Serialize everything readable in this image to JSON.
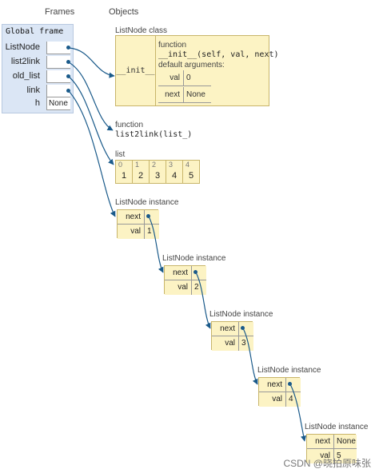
{
  "headers": {
    "frames": "Frames",
    "objects": "Objects"
  },
  "global_frame": {
    "title": "Global frame",
    "vars": [
      {
        "name": "ListNode",
        "value": ""
      },
      {
        "name": "list2link",
        "value": ""
      },
      {
        "name": "old_list",
        "value": ""
      },
      {
        "name": "link",
        "value": ""
      },
      {
        "name": "h",
        "value": "None"
      }
    ]
  },
  "listnode_class": {
    "label": "ListNode class",
    "method": "__init__",
    "func_label": "function",
    "signature": "__init__(self, val, next)",
    "defaults_label": "default arguments:",
    "defaults": [
      {
        "key": "val",
        "value": "0"
      },
      {
        "key": "next",
        "value": "None"
      }
    ]
  },
  "list2link_func": {
    "label": "function",
    "signature": "list2link(list_)"
  },
  "list_obj": {
    "label": "list",
    "items": [
      {
        "index": "0",
        "value": "1"
      },
      {
        "index": "1",
        "value": "2"
      },
      {
        "index": "2",
        "value": "3"
      },
      {
        "index": "3",
        "value": "4"
      },
      {
        "index": "4",
        "value": "5"
      }
    ]
  },
  "instances": [
    {
      "label": "ListNode instance",
      "next_key": "next",
      "next_val": "",
      "val_key": "val",
      "val": "1"
    },
    {
      "label": "ListNode instance",
      "next_key": "next",
      "next_val": "",
      "val_key": "val",
      "val": "2"
    },
    {
      "label": "ListNode instance",
      "next_key": "next",
      "next_val": "",
      "val_key": "val",
      "val": "3"
    },
    {
      "label": "ListNode instance",
      "next_key": "next",
      "next_val": "",
      "val_key": "val",
      "val": "4"
    },
    {
      "label": "ListNode instance",
      "next_key": "next",
      "next_val": "None",
      "val_key": "val",
      "val": "5"
    }
  ],
  "watermark": "CSDN @晓拍原味张",
  "colors": {
    "frame_bg": "#dbe6f5",
    "object_bg": "#fcf3c4",
    "arrow": "#1a5a8a"
  }
}
